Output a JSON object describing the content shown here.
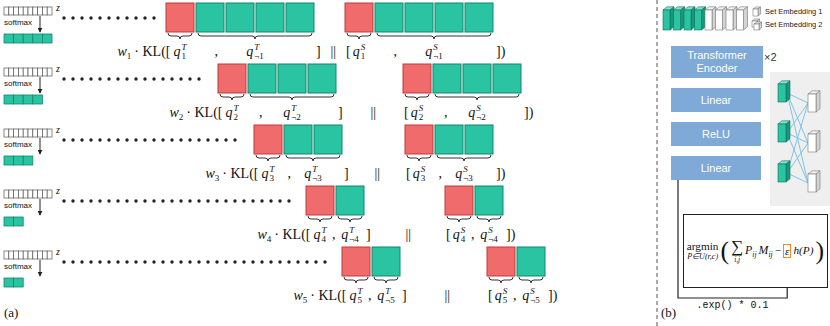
{
  "diagram": {
    "nodes": [
      {
        "text": [
          "Transformer Encoder"
        ]
      },
      {
        "text": [
          "Linear"
        ]
      },
      {
        "text": [
          "ReLU"
        ]
      },
      {
        "text": [
          "Linear"
        ]
      },
      {
        "text": [
          "argmin",
          "P∈U(r,c)",
          "(",
          "∑",
          "i,j",
          "P",
          "ij",
          "M",
          "ij",
          "−",
          "ε",
          "h(P)",
          ")"
        ]
      }
    ],
    "edges": [
      {
        "from": 3,
        "to": 4,
        "arrow": "none",
        "label": ".exp() * 0.1"
      }
    ],
    "labels": [
      "z",
      "softmax",
      "w",
      "1",
      "· KL([",
      "q",
      "1",
      "T",
      ",",
      "q",
      "¬1",
      "T",
      "]",
      "||",
      "[",
      "q",
      "1",
      "S",
      ",",
      "q",
      "¬1",
      "S",
      "])",
      "z",
      "softmax",
      "w",
      "2",
      "· KL([",
      "q",
      "2",
      "T",
      ",",
      "q",
      "¬2",
      "T",
      "]",
      "||",
      "[",
      "q",
      "2",
      "S",
      ",",
      "q",
      "¬2",
      "S",
      "])",
      "z",
      "softmax",
      "w",
      "3",
      "· KL([",
      "q",
      "3",
      "T",
      ",",
      "q",
      "¬3",
      "T",
      "]",
      "||",
      "[",
      "q",
      "3",
      "S",
      ",",
      "q",
      "¬3",
      "S",
      "])",
      "z",
      "softmax",
      "w",
      "4",
      "· KL([",
      "q",
      "4",
      "T",
      ",",
      "q",
      "¬4",
      "T",
      "]",
      "||",
      "[",
      "q",
      "4",
      "S",
      ",",
      "q",
      "¬4",
      "S",
      "])",
      "z",
      "softmax",
      "w",
      "5",
      "· KL([",
      "q",
      "5",
      "T",
      ",",
      "q",
      "¬5",
      "T",
      "]",
      "||",
      "[",
      "q",
      "5",
      "S",
      ",",
      "q",
      "¬5",
      "S",
      "])",
      "(a)",
      "×2",
      "(b)"
    ],
    "legend": [
      {
        "text": "Set Embedding 1"
      },
      {
        "text": "Set Embedding 2"
      }
    ]
  }
}
